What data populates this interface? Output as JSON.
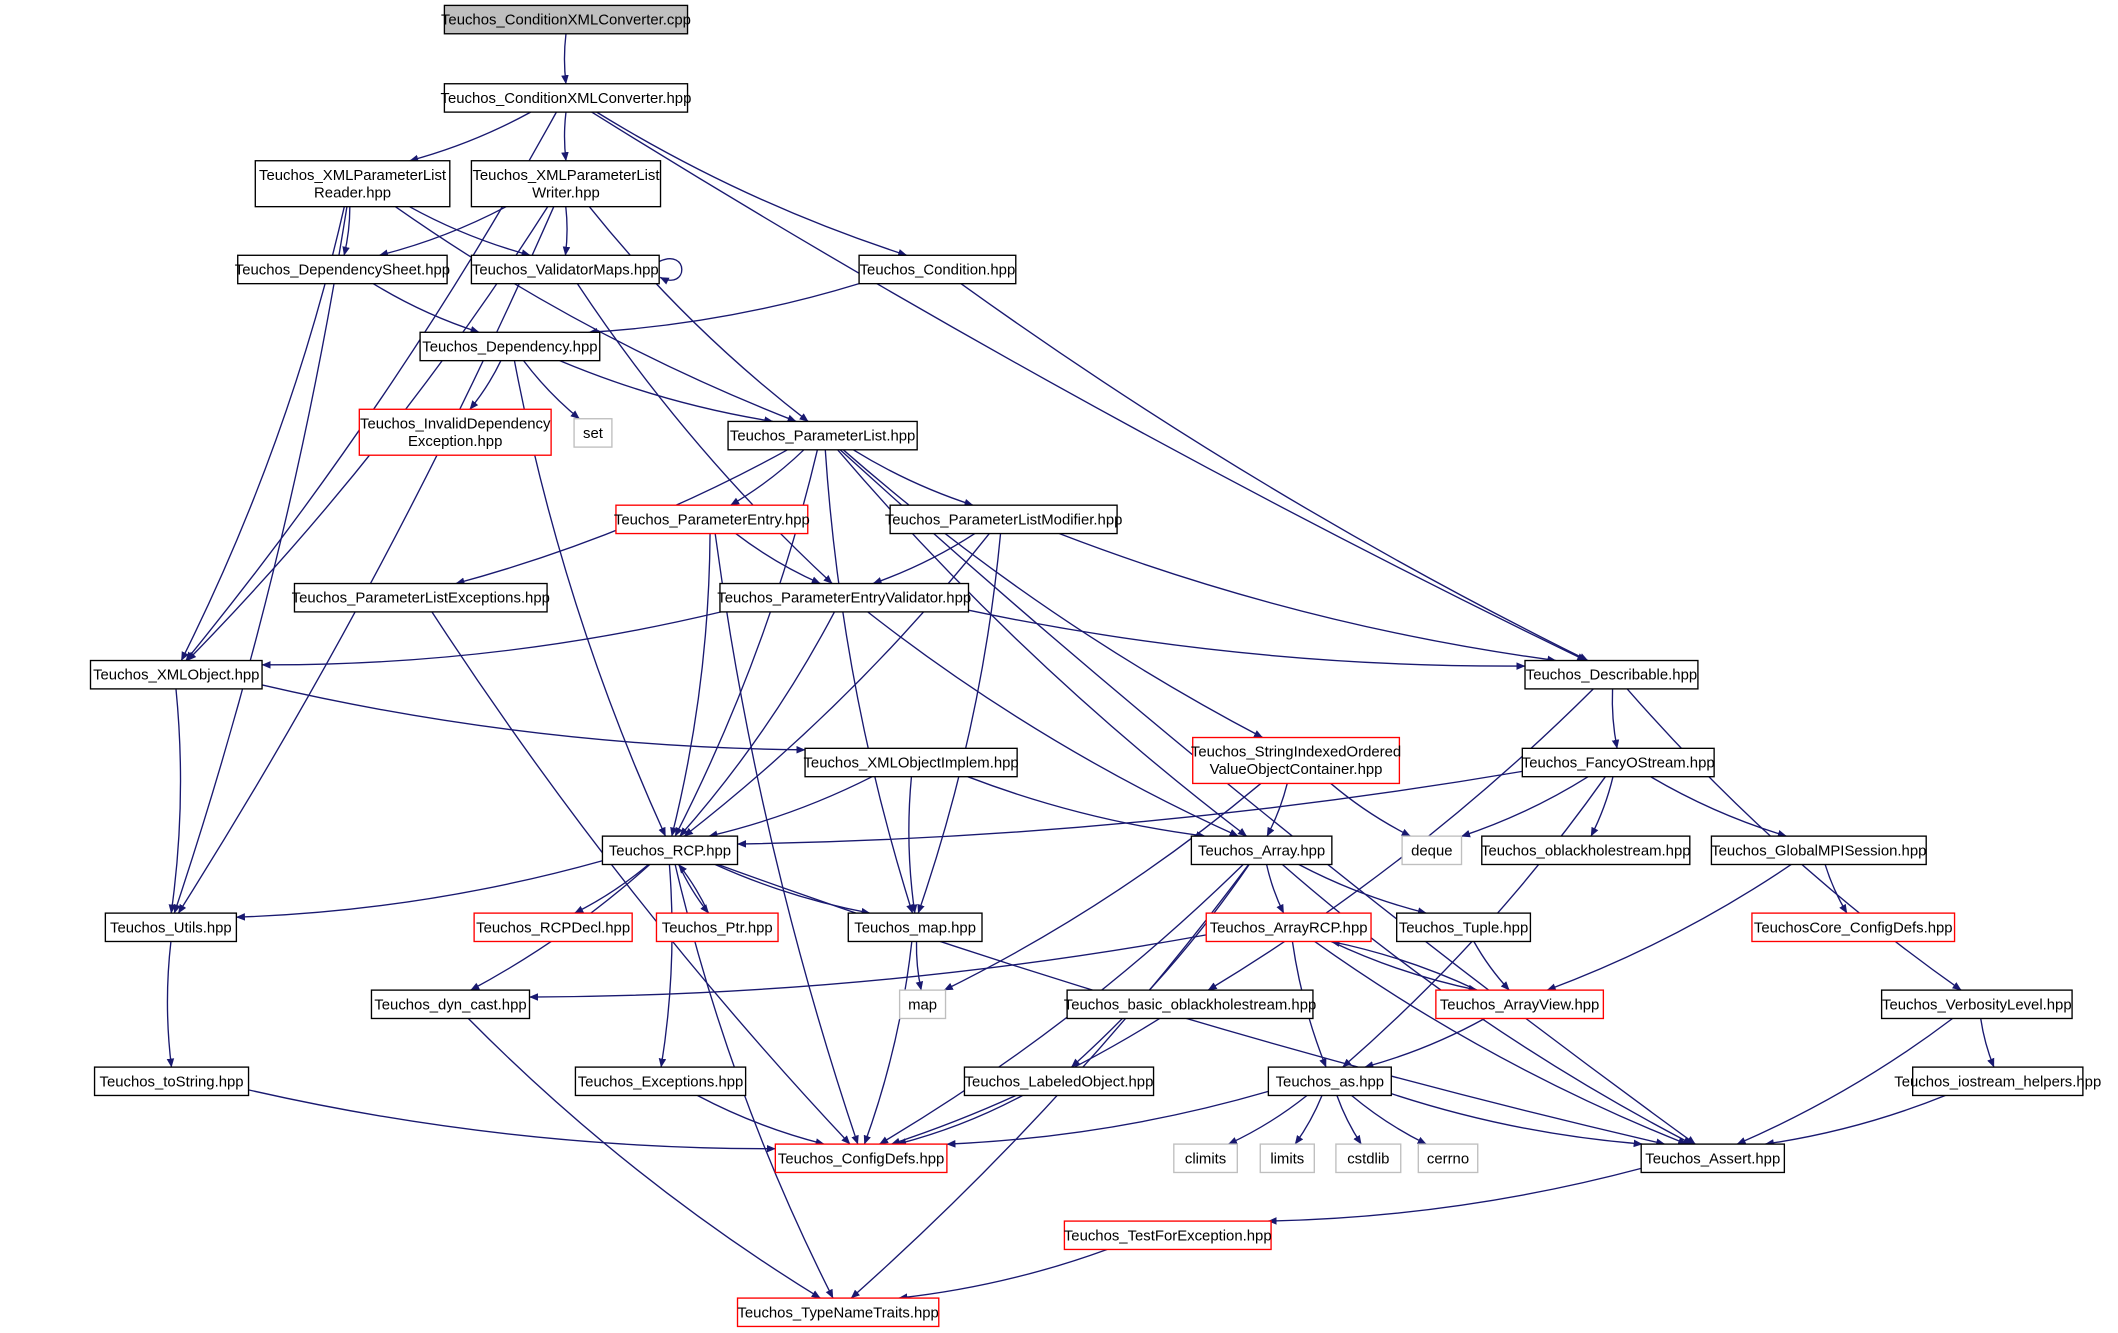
{
  "colors": {
    "edge": "#191970",
    "border_normal": "#000000",
    "border_truncated": "#ff0000",
    "border_system": "#bfbfbf",
    "fill_root": "#bfbfbf",
    "fill_default": "#ffffff"
  },
  "nodes": [
    {
      "id": "n0",
      "kind": "root",
      "lines": [
        "Teuchos_ConditionXMLConverter.cpp"
      ]
    },
    {
      "id": "n1",
      "kind": "normal",
      "lines": [
        "Teuchos_ConditionXMLConverter.hpp"
      ]
    },
    {
      "id": "n2",
      "kind": "normal",
      "lines": [
        "Teuchos_XMLParameterList",
        "Reader.hpp"
      ]
    },
    {
      "id": "n3",
      "kind": "normal",
      "lines": [
        "Teuchos_XMLParameterList",
        "Writer.hpp"
      ]
    },
    {
      "id": "n4",
      "kind": "normal",
      "lines": [
        "Teuchos_DependencySheet.hpp"
      ]
    },
    {
      "id": "n5",
      "kind": "normal",
      "lines": [
        "Teuchos_ValidatorMaps.hpp"
      ]
    },
    {
      "id": "n6",
      "kind": "normal",
      "lines": [
        "Teuchos_Condition.hpp"
      ]
    },
    {
      "id": "n7",
      "kind": "normal",
      "lines": [
        "Teuchos_Dependency.hpp"
      ]
    },
    {
      "id": "n8",
      "kind": "truncated",
      "lines": [
        "Teuchos_InvalidDependency",
        "Exception.hpp"
      ]
    },
    {
      "id": "n9",
      "kind": "system",
      "lines": [
        "set"
      ]
    },
    {
      "id": "n10",
      "kind": "normal",
      "lines": [
        "Teuchos_ParameterList.hpp"
      ]
    },
    {
      "id": "n11",
      "kind": "truncated",
      "lines": [
        "Teuchos_ParameterEntry.hpp"
      ]
    },
    {
      "id": "n12",
      "kind": "normal",
      "lines": [
        "Teuchos_ParameterListModifier.hpp"
      ]
    },
    {
      "id": "n13",
      "kind": "normal",
      "lines": [
        "Teuchos_ParameterListExceptions.hpp"
      ]
    },
    {
      "id": "n14",
      "kind": "normal",
      "lines": [
        "Teuchos_ParameterEntryValidator.hpp"
      ]
    },
    {
      "id": "n15",
      "kind": "normal",
      "lines": [
        "Teuchos_XMLObject.hpp"
      ]
    },
    {
      "id": "n16",
      "kind": "normal",
      "lines": [
        "Teuchos_Describable.hpp"
      ]
    },
    {
      "id": "n17",
      "kind": "truncated",
      "lines": [
        "Teuchos_StringIndexedOrdered",
        "ValueObjectContainer.hpp"
      ]
    },
    {
      "id": "n18",
      "kind": "normal",
      "lines": [
        "Teuchos_XMLObjectImplem.hpp"
      ]
    },
    {
      "id": "n19",
      "kind": "normal",
      "lines": [
        "Teuchos_FancyOStream.hpp"
      ]
    },
    {
      "id": "n20",
      "kind": "normal",
      "lines": [
        "Teuchos_RCP.hpp"
      ]
    },
    {
      "id": "n21",
      "kind": "normal",
      "lines": [
        "Teuchos_Array.hpp"
      ]
    },
    {
      "id": "n22",
      "kind": "system",
      "lines": [
        "deque"
      ]
    },
    {
      "id": "n23",
      "kind": "normal",
      "lines": [
        "Teuchos_oblackholestream.hpp"
      ]
    },
    {
      "id": "n24",
      "kind": "normal",
      "lines": [
        "Teuchos_GlobalMPISession.hpp"
      ]
    },
    {
      "id": "n25",
      "kind": "normal",
      "lines": [
        "Teuchos_Utils.hpp"
      ]
    },
    {
      "id": "n26",
      "kind": "truncated",
      "lines": [
        "Teuchos_RCPDecl.hpp"
      ]
    },
    {
      "id": "n27",
      "kind": "truncated",
      "lines": [
        "Teuchos_Ptr.hpp"
      ]
    },
    {
      "id": "n28",
      "kind": "normal",
      "lines": [
        "Teuchos_map.hpp"
      ]
    },
    {
      "id": "n29",
      "kind": "truncated",
      "lines": [
        "Teuchos_ArrayRCP.hpp"
      ]
    },
    {
      "id": "n30",
      "kind": "normal",
      "lines": [
        "Teuchos_Tuple.hpp"
      ]
    },
    {
      "id": "n31",
      "kind": "truncated",
      "lines": [
        "TeuchosCore_ConfigDefs.hpp"
      ]
    },
    {
      "id": "n32",
      "kind": "normal",
      "lines": [
        "Teuchos_dyn_cast.hpp"
      ]
    },
    {
      "id": "n33",
      "kind": "system",
      "lines": [
        "map"
      ]
    },
    {
      "id": "n34",
      "kind": "normal",
      "lines": [
        "Teuchos_basic_oblackholestream.hpp"
      ]
    },
    {
      "id": "n35",
      "kind": "truncated",
      "lines": [
        "Teuchos_ArrayView.hpp"
      ]
    },
    {
      "id": "n36",
      "kind": "normal",
      "lines": [
        "Teuchos_VerbosityLevel.hpp"
      ]
    },
    {
      "id": "n37",
      "kind": "normal",
      "lines": [
        "Teuchos_toString.hpp"
      ]
    },
    {
      "id": "n38",
      "kind": "normal",
      "lines": [
        "Teuchos_Exceptions.hpp"
      ]
    },
    {
      "id": "n39",
      "kind": "normal",
      "lines": [
        "Teuchos_LabeledObject.hpp"
      ]
    },
    {
      "id": "n40",
      "kind": "normal",
      "lines": [
        "Teuchos_as.hpp"
      ]
    },
    {
      "id": "n41",
      "kind": "normal",
      "lines": [
        "Teuchos_iostream_helpers.hpp"
      ]
    },
    {
      "id": "n42",
      "kind": "truncated",
      "lines": [
        "Teuchos_ConfigDefs.hpp"
      ]
    },
    {
      "id": "n43",
      "kind": "system",
      "lines": [
        "climits"
      ]
    },
    {
      "id": "n44",
      "kind": "system",
      "lines": [
        "limits"
      ]
    },
    {
      "id": "n45",
      "kind": "system",
      "lines": [
        "cstdlib"
      ]
    },
    {
      "id": "n46",
      "kind": "system",
      "lines": [
        "cerrno"
      ]
    },
    {
      "id": "n47",
      "kind": "normal",
      "lines": [
        "Teuchos_Assert.hpp"
      ]
    },
    {
      "id": "n48",
      "kind": "truncated",
      "lines": [
        "Teuchos_TestForException.hpp"
      ]
    },
    {
      "id": "n49",
      "kind": "truncated",
      "lines": [
        "Teuchos_TypeNameTraits.hpp"
      ]
    }
  ],
  "edges": [
    [
      "n0",
      "n1"
    ],
    [
      "n1",
      "n2"
    ],
    [
      "n1",
      "n3"
    ],
    [
      "n1",
      "n15"
    ],
    [
      "n1",
      "n6"
    ],
    [
      "n1",
      "n16"
    ],
    [
      "n2",
      "n4"
    ],
    [
      "n2",
      "n5"
    ],
    [
      "n2",
      "n15"
    ],
    [
      "n2",
      "n25"
    ],
    [
      "n2",
      "n10"
    ],
    [
      "n3",
      "n4"
    ],
    [
      "n3",
      "n5"
    ],
    [
      "n3",
      "n15"
    ],
    [
      "n3",
      "n25"
    ],
    [
      "n3",
      "n10"
    ],
    [
      "n4",
      "n7"
    ],
    [
      "n5",
      "n5"
    ],
    [
      "n5",
      "n14"
    ],
    [
      "n6",
      "n7"
    ],
    [
      "n6",
      "n16"
    ],
    [
      "n7",
      "n8"
    ],
    [
      "n7",
      "n9"
    ],
    [
      "n7",
      "n10"
    ],
    [
      "n7",
      "n20"
    ],
    [
      "n10",
      "n11"
    ],
    [
      "n10",
      "n12"
    ],
    [
      "n10",
      "n13"
    ],
    [
      "n10",
      "n20"
    ],
    [
      "n10",
      "n17"
    ],
    [
      "n10",
      "n21"
    ],
    [
      "n10",
      "n28"
    ],
    [
      "n10",
      "n47"
    ],
    [
      "n11",
      "n14"
    ],
    [
      "n11",
      "n20"
    ],
    [
      "n11",
      "n42"
    ],
    [
      "n12",
      "n14"
    ],
    [
      "n12",
      "n16"
    ],
    [
      "n12",
      "n20"
    ],
    [
      "n12",
      "n28"
    ],
    [
      "n13",
      "n42"
    ],
    [
      "n14",
      "n15"
    ],
    [
      "n14",
      "n16"
    ],
    [
      "n14",
      "n20"
    ],
    [
      "n14",
      "n21"
    ],
    [
      "n15",
      "n18"
    ],
    [
      "n15",
      "n25"
    ],
    [
      "n16",
      "n19"
    ],
    [
      "n16",
      "n36"
    ],
    [
      "n16",
      "n34"
    ],
    [
      "n17",
      "n21"
    ],
    [
      "n17",
      "n22"
    ],
    [
      "n17",
      "n33"
    ],
    [
      "n18",
      "n20"
    ],
    [
      "n18",
      "n21"
    ],
    [
      "n18",
      "n28"
    ],
    [
      "n19",
      "n20"
    ],
    [
      "n19",
      "n22"
    ],
    [
      "n19",
      "n23"
    ],
    [
      "n19",
      "n24"
    ],
    [
      "n19",
      "n40"
    ],
    [
      "n20",
      "n26"
    ],
    [
      "n20",
      "n27"
    ],
    [
      "n20",
      "n28"
    ],
    [
      "n20",
      "n32"
    ],
    [
      "n20",
      "n38"
    ],
    [
      "n20",
      "n47"
    ],
    [
      "n20",
      "n49"
    ],
    [
      "n20",
      "n25"
    ],
    [
      "n21",
      "n29"
    ],
    [
      "n21",
      "n30"
    ],
    [
      "n21",
      "n42"
    ],
    [
      "n21",
      "n47"
    ],
    [
      "n21",
      "n49"
    ],
    [
      "n21",
      "n39"
    ],
    [
      "n24",
      "n31"
    ],
    [
      "n24",
      "n35"
    ],
    [
      "n25",
      "n37"
    ],
    [
      "n27",
      "n20"
    ],
    [
      "n28",
      "n33"
    ],
    [
      "n28",
      "n42"
    ],
    [
      "n29",
      "n35"
    ],
    [
      "n29",
      "n40"
    ],
    [
      "n29",
      "n47"
    ],
    [
      "n29",
      "n32"
    ],
    [
      "n30",
      "n35"
    ],
    [
      "n32",
      "n49"
    ],
    [
      "n34",
      "n42"
    ],
    [
      "n35",
      "n29"
    ],
    [
      "n35",
      "n40"
    ],
    [
      "n36",
      "n41"
    ],
    [
      "n36",
      "n47"
    ],
    [
      "n37",
      "n42"
    ],
    [
      "n38",
      "n42"
    ],
    [
      "n39",
      "n42"
    ],
    [
      "n40",
      "n42"
    ],
    [
      "n40",
      "n43"
    ],
    [
      "n40",
      "n44"
    ],
    [
      "n40",
      "n45"
    ],
    [
      "n40",
      "n46"
    ],
    [
      "n40",
      "n47"
    ],
    [
      "n41",
      "n47"
    ],
    [
      "n47",
      "n48"
    ],
    [
      "n48",
      "n49"
    ]
  ]
}
